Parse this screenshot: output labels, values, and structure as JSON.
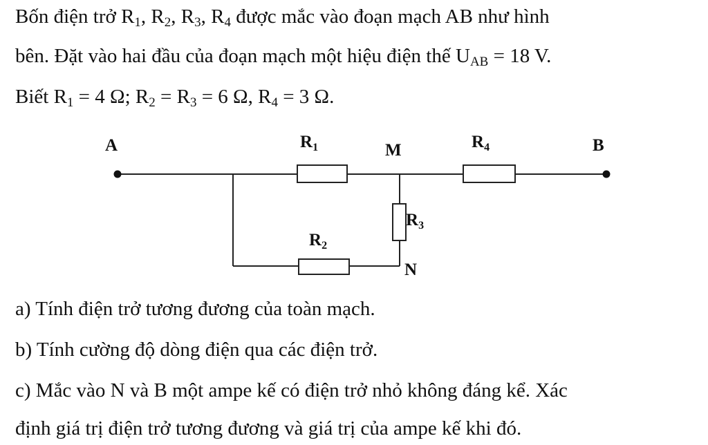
{
  "intro": {
    "line1_a": "Bốn điện trở R",
    "sub1": "1",
    "line1_b": ", R",
    "sub2": "2",
    "line1_c": ", R",
    "sub3": "3",
    "line1_d": ", R",
    "sub4": "4",
    "line1_e": " được mắc vào đoạn mạch AB như hình",
    "line2_a": "bên. Đặt vào hai đầu của đoạn mạch một hiệu điện thế U",
    "line2_sub": "AB",
    "line2_b": " = 18 V.",
    "line3_a": "Biết R",
    "line3_s1": "1",
    "line3_b": " = 4 Ω; R",
    "line3_s2": "2",
    "line3_c": " = R",
    "line3_s3": "3",
    "line3_d": " = 6 Ω, R",
    "line3_s4": "4",
    "line3_e": " = 3 Ω."
  },
  "diagram": {
    "node_a": "A",
    "node_b": "B",
    "node_m": "M",
    "node_n": "N",
    "r_letter": "R",
    "r1_sub": "1",
    "r2_sub": "2",
    "r3_sub": "3",
    "r4_sub": "4"
  },
  "questions": {
    "a": "a) Tính điện trở tương đương của toàn mạch.",
    "b": "b) Tính cường độ dòng điện qua các điện trở.",
    "c_line1": "c) Mắc vào N và B một ampe kế có điện trở nhỏ không đáng kể. Xác",
    "c_line2": "định giá trị điện trở tương đương và giá trị của ampe kế khi đó."
  }
}
